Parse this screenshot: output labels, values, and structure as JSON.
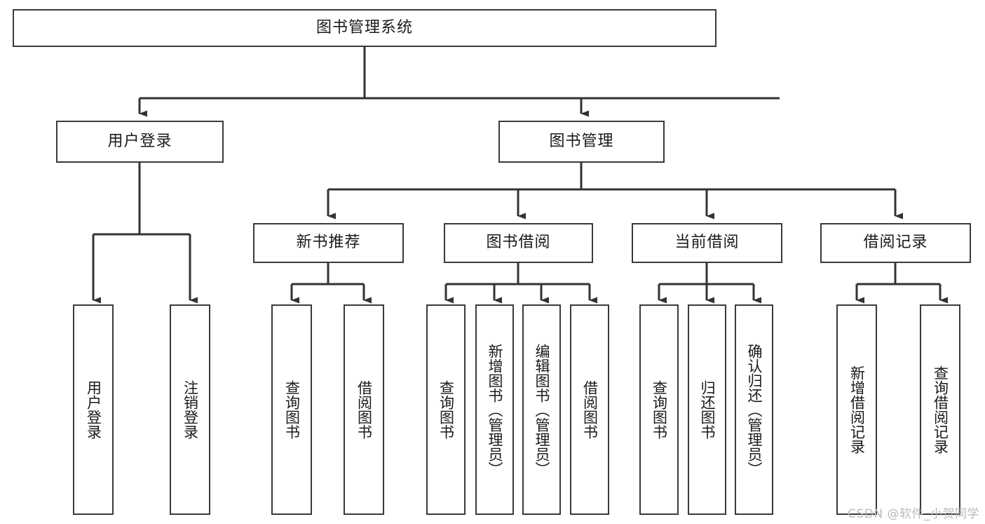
{
  "diagram": {
    "title": "图书管理系统",
    "type": "tree-hierarchy",
    "orientation": "top-down",
    "colors": {
      "box_border": "#3a3a3a",
      "box_fill": "#ffffff",
      "connector": "#333333",
      "text": "#1a1a1a",
      "background": "#ffffff",
      "watermark": "#b9b9b9"
    }
  },
  "root": {
    "label": "图书管理系统"
  },
  "level1": [
    {
      "label": "用户登录"
    },
    {
      "label": "图书管理"
    }
  ],
  "level2": [
    {
      "label": "新书推荐"
    },
    {
      "label": "图书借阅"
    },
    {
      "label": "当前借阅"
    },
    {
      "label": "借阅记录"
    }
  ],
  "leaves": {
    "user_login": [
      {
        "label": "用户登录"
      },
      {
        "label": "注销登录"
      }
    ],
    "new_book_recommend": [
      {
        "label": "查询图书"
      },
      {
        "label": "借阅图书"
      }
    ],
    "book_borrow": [
      {
        "label": "查询图书"
      },
      {
        "label": "新增图书（管理员）"
      },
      {
        "label": "编辑图书（管理员）"
      },
      {
        "label": "借阅图书"
      }
    ],
    "current_borrow": [
      {
        "label": "查询图书"
      },
      {
        "label": "归还图书"
      },
      {
        "label": "确认归还（管理员）"
      }
    ],
    "borrow_record": [
      {
        "label": "新增借阅记录"
      },
      {
        "label": "查询借阅记录"
      }
    ]
  },
  "watermark": {
    "text": "CSDN @软件_小贺同学"
  }
}
